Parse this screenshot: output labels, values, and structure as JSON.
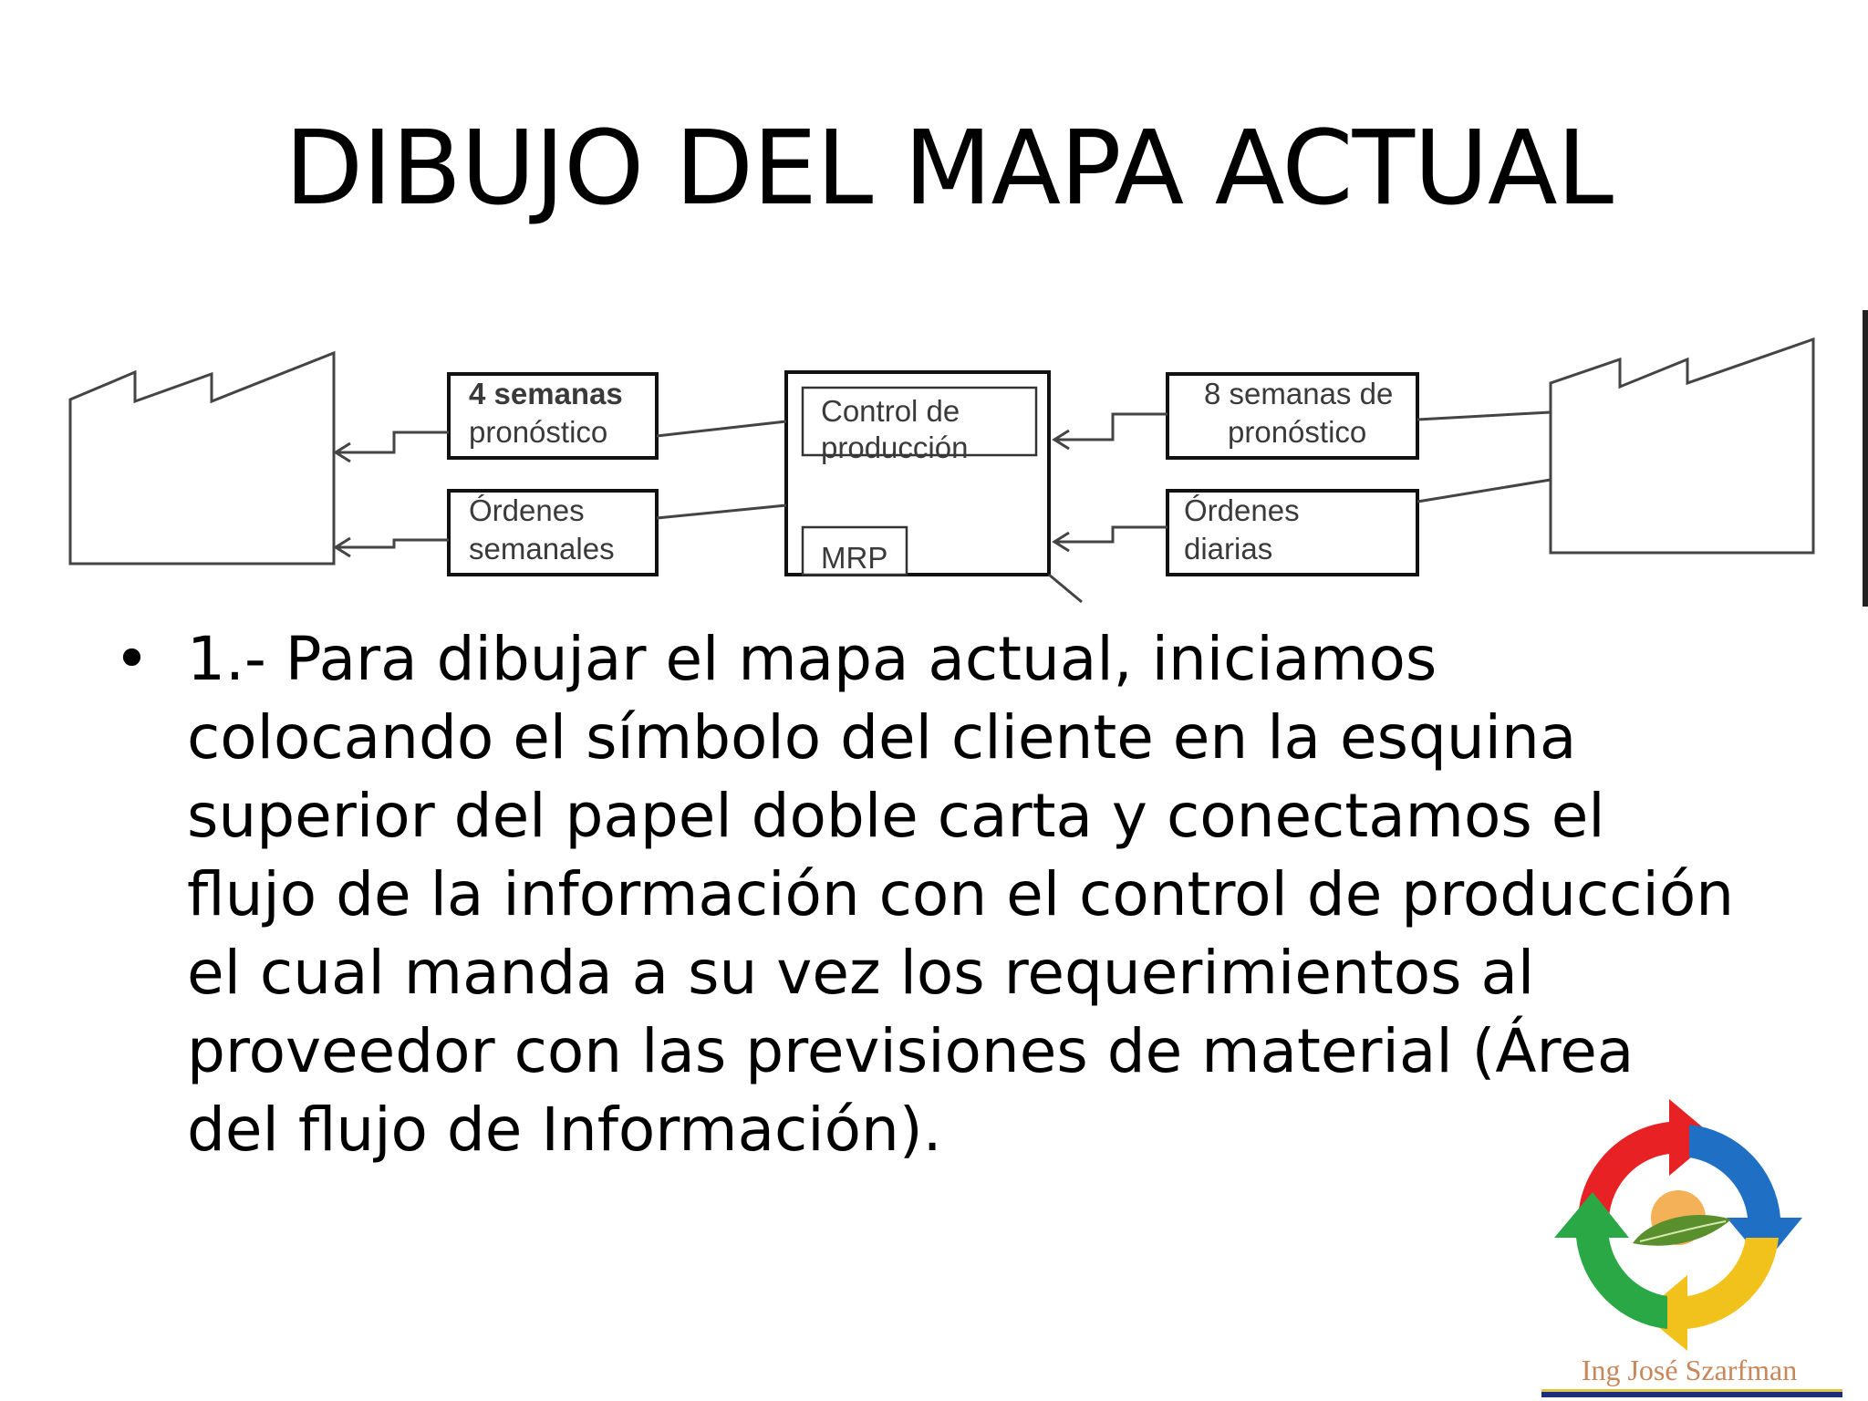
{
  "slide": {
    "title": "DIBUJO DEL MAPA ACTUAL",
    "bullet_marker": "•",
    "bullet_text": "1.- Para dibujar el mapa actual, iniciamos colocando el símbolo del cliente en la esquina superior del papel doble carta y conectamos el flujo de la información con el control de producción el cual manda a su vez los requerimientos al proveedor con las previsiones de material (Área del flujo de Información)."
  },
  "diagram": {
    "left_box_top": [
      "4 semanas",
      "pronóstico"
    ],
    "left_box_bottom": [
      "Órdenes",
      "semanales"
    ],
    "center_box_label": [
      "Control de",
      "producción"
    ],
    "center_box_sublabel": "MRP",
    "right_box_top": [
      "8 semanas de",
      "pronóstico"
    ],
    "right_box_bottom": [
      "Órdenes",
      "diarias"
    ]
  },
  "logo": {
    "caption": "Ing José Szarfman",
    "colors": {
      "red": "#e82224",
      "blue": "#1f6fc4",
      "yellow": "#f1c21b",
      "green": "#2aa845",
      "sun": "#f2a33a",
      "leaf": "#5a8f2e"
    }
  }
}
